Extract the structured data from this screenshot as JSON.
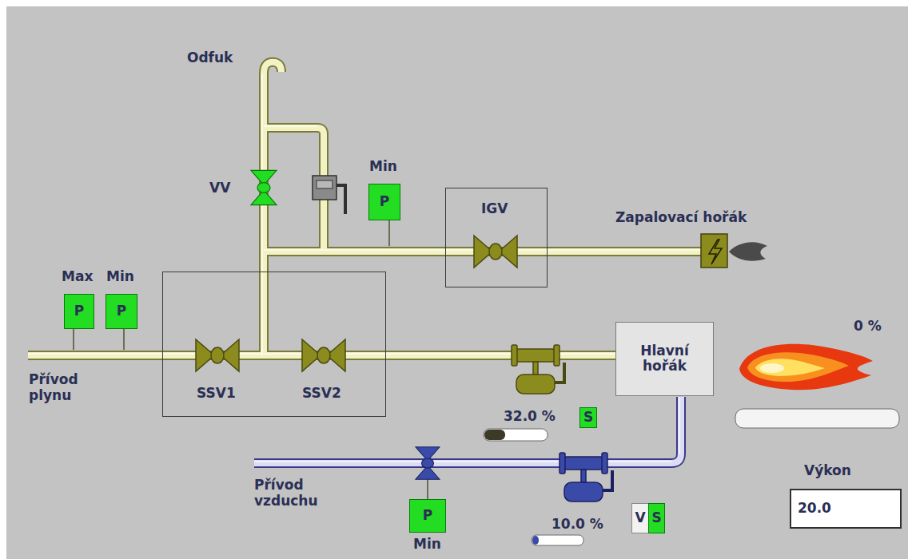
{
  "diagram": {
    "nodes": [
      {
        "text": [
          "Min",
          "P"
        ]
      },
      {
        "text": [
          "IGV"
        ]
      },
      {
        "text": [
          "Max",
          "P"
        ]
      },
      {
        "text": [
          "Min",
          "P"
        ]
      },
      {
        "text": [
          "SSV1",
          "SSV2"
        ]
      },
      {
        "text": [
          "Hlavní hořák"
        ]
      },
      {
        "text": [
          "S"
        ]
      },
      {
        "text": [
          "Výkon",
          "20.0"
        ]
      },
      {
        "text": [
          "P",
          "Min"
        ]
      },
      {
        "text": [
          "V"
        ]
      },
      {
        "text": [
          "S"
        ]
      }
    ],
    "edges": [
      {
        "from": 4,
        "to": 5,
        "arrow": "none"
      }
    ],
    "labels": [
      "Odfuk",
      "VV",
      "Zapalovací hořák",
      "Přívod plynu",
      "32.0 %",
      "0 %",
      "Přívod vzduchu",
      "10.0 %"
    ]
  }
}
